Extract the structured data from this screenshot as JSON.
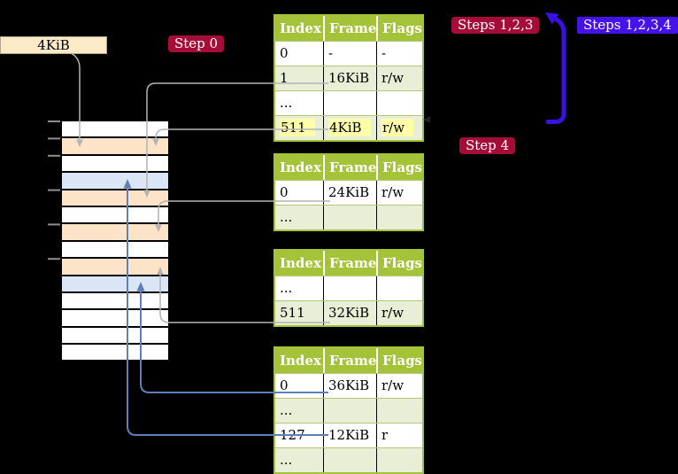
{
  "colors": {
    "badge_red": "#a60c38",
    "badge_blue": "#4513ea",
    "arrow_blue": "#3c10e0",
    "line_gray": "#b3b3b3",
    "line_steel": "#5f80b6",
    "table_green": "#a4c339",
    "row_alt": "#e9efd6",
    "row_sep": "#b2c779",
    "hl_yellow": "#ffffaa",
    "frame_peach": "#fde3c8",
    "page_blue": "#dae6f6",
    "box_cream": "#faeac8"
  },
  "labels": {
    "size_box": "4KiB",
    "step0": "Step 0",
    "steps123": "Steps 1,2,3",
    "steps1234": "Steps 1,2,3,4",
    "step4": "Step 4"
  },
  "tables": [
    {
      "columns": [
        "Index",
        "Frame",
        "Flags"
      ],
      "rows": [
        {
          "cells": [
            "0",
            "-",
            "-"
          ],
          "alt": false,
          "highlight": false
        },
        {
          "cells": [
            "1",
            "16KiB",
            "r/w"
          ],
          "alt": true,
          "highlight": false
        },
        {
          "cells": [
            "...",
            "",
            ""
          ],
          "alt": false,
          "highlight": false
        },
        {
          "cells": [
            "511",
            "4KiB",
            "r/w"
          ],
          "alt": true,
          "highlight": true
        }
      ]
    },
    {
      "columns": [
        "Index",
        "Frame",
        "Flags"
      ],
      "rows": [
        {
          "cells": [
            "0",
            "24KiB",
            "r/w"
          ],
          "alt": false,
          "highlight": false
        },
        {
          "cells": [
            "...",
            "",
            ""
          ],
          "alt": true,
          "highlight": false
        }
      ]
    },
    {
      "columns": [
        "Index",
        "Frame",
        "Flags"
      ],
      "rows": [
        {
          "cells": [
            "...",
            "",
            ""
          ],
          "alt": false,
          "highlight": false
        },
        {
          "cells": [
            "511",
            "32KiB",
            "r/w"
          ],
          "alt": true,
          "highlight": false
        }
      ]
    },
    {
      "columns": [
        "Index",
        "Frame",
        "Flags"
      ],
      "rows": [
        {
          "cells": [
            "0",
            "36KiB",
            "r/w"
          ],
          "alt": false,
          "highlight": false
        },
        {
          "cells": [
            "...",
            "",
            ""
          ],
          "alt": true,
          "highlight": false
        },
        {
          "cells": [
            "127",
            "12KiB",
            "r"
          ],
          "alt": false,
          "highlight": false
        },
        {
          "cells": [
            "...",
            "",
            ""
          ],
          "alt": true,
          "highlight": false
        }
      ]
    }
  ],
  "memory": {
    "rows": [
      "empty",
      "pagetable",
      "empty",
      "mapped",
      "pagetable",
      "empty",
      "pagetable",
      "empty",
      "pagetable",
      "mapped",
      "empty",
      "empty",
      "empty",
      "empty"
    ]
  }
}
